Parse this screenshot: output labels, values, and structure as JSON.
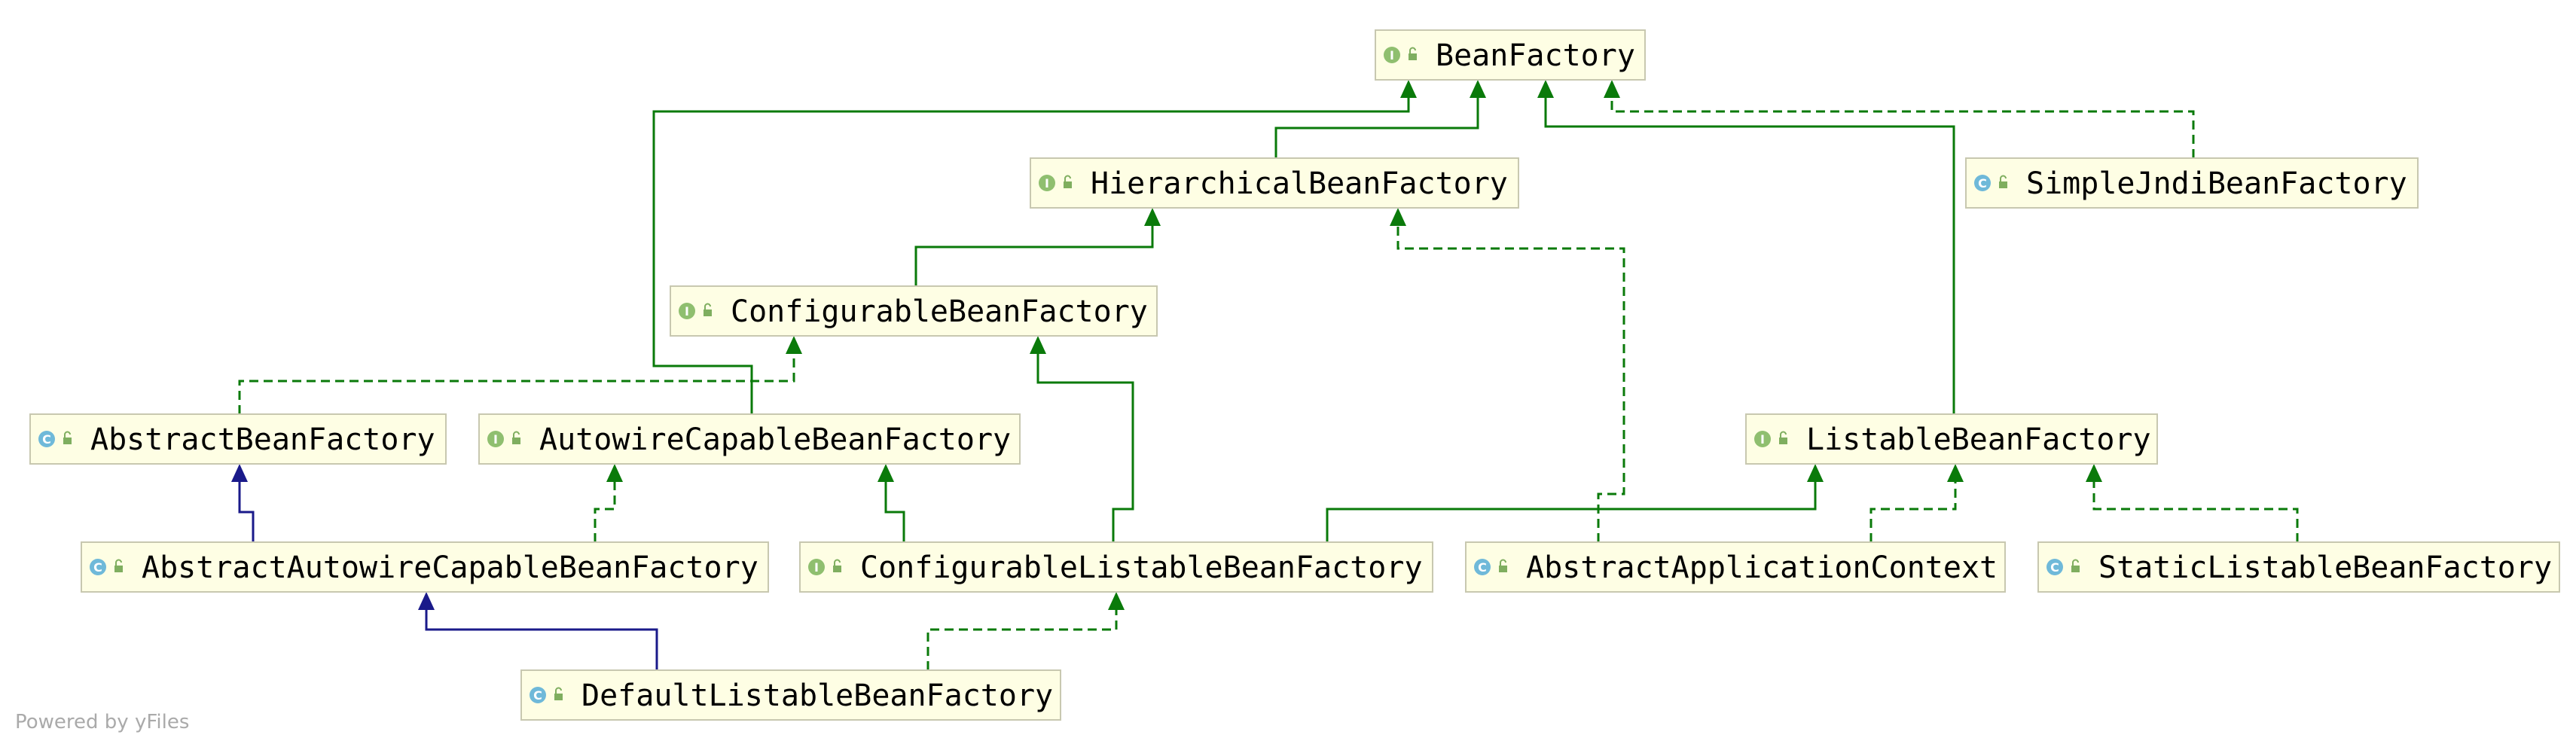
{
  "nodes": [
    {
      "id": "BeanFactory",
      "label": "BeanFactory",
      "kind": "I"
    },
    {
      "id": "HierarchicalBeanFactory",
      "label": "HierarchicalBeanFactory",
      "kind": "I"
    },
    {
      "id": "SimpleJndiBeanFactory",
      "label": "SimpleJndiBeanFactory",
      "kind": "C"
    },
    {
      "id": "ConfigurableBeanFactory",
      "label": "ConfigurableBeanFactory",
      "kind": "I"
    },
    {
      "id": "AbstractBeanFactory",
      "label": "AbstractBeanFactory",
      "kind": "C"
    },
    {
      "id": "AutowireCapableBeanFactory",
      "label": "AutowireCapableBeanFactory",
      "kind": "I"
    },
    {
      "id": "ListableBeanFactory",
      "label": "ListableBeanFactory",
      "kind": "I"
    },
    {
      "id": "AbstractAutowireCapableBeanFactory",
      "label": "AbstractAutowireCapableBeanFactory",
      "kind": "C"
    },
    {
      "id": "ConfigurableListableBeanFactory",
      "label": "ConfigurableListableBeanFactory",
      "kind": "I"
    },
    {
      "id": "AbstractApplicationContext",
      "label": "AbstractApplicationContext",
      "kind": "C"
    },
    {
      "id": "StaticListableBeanFactory",
      "label": "StaticListableBeanFactory",
      "kind": "C"
    },
    {
      "id": "DefaultListableBeanFactory",
      "label": "DefaultListableBeanFactory",
      "kind": "C"
    }
  ],
  "edges": [
    {
      "from": "HierarchicalBeanFactory",
      "to": "BeanFactory",
      "type": "extends-interface"
    },
    {
      "from": "AutowireCapableBeanFactory",
      "to": "BeanFactory",
      "type": "extends-interface"
    },
    {
      "from": "ListableBeanFactory",
      "to": "BeanFactory",
      "type": "extends-interface"
    },
    {
      "from": "SimpleJndiBeanFactory",
      "to": "BeanFactory",
      "type": "implements"
    },
    {
      "from": "ConfigurableBeanFactory",
      "to": "HierarchicalBeanFactory",
      "type": "extends-interface"
    },
    {
      "from": "AbstractApplicationContext",
      "to": "HierarchicalBeanFactory",
      "type": "implements"
    },
    {
      "from": "AbstractBeanFactory",
      "to": "ConfigurableBeanFactory",
      "type": "implements"
    },
    {
      "from": "ConfigurableListableBeanFactory",
      "to": "ConfigurableBeanFactory",
      "type": "extends-interface"
    },
    {
      "from": "AbstractAutowireCapableBeanFactory",
      "to": "AbstractBeanFactory",
      "type": "extends-class"
    },
    {
      "from": "AbstractAutowireCapableBeanFactory",
      "to": "AutowireCapableBeanFactory",
      "type": "implements"
    },
    {
      "from": "ConfigurableListableBeanFactory",
      "to": "AutowireCapableBeanFactory",
      "type": "extends-interface"
    },
    {
      "from": "ConfigurableListableBeanFactory",
      "to": "ListableBeanFactory",
      "type": "extends-interface"
    },
    {
      "from": "AbstractApplicationContext",
      "to": "ListableBeanFactory",
      "type": "implements"
    },
    {
      "from": "StaticListableBeanFactory",
      "to": "ListableBeanFactory",
      "type": "implements"
    },
    {
      "from": "DefaultListableBeanFactory",
      "to": "AbstractAutowireCapableBeanFactory",
      "type": "extends-class"
    },
    {
      "from": "DefaultListableBeanFactory",
      "to": "ConfigurableListableBeanFactory",
      "type": "implements"
    }
  ],
  "watermark": "Powered by yFiles",
  "colors": {
    "interface_badge": "#8fbf6f",
    "class_badge": "#6fb9d9",
    "node_fill": "#fefee4",
    "edge_interface": "#0a7a0a",
    "edge_class": "#1a1a8a"
  }
}
